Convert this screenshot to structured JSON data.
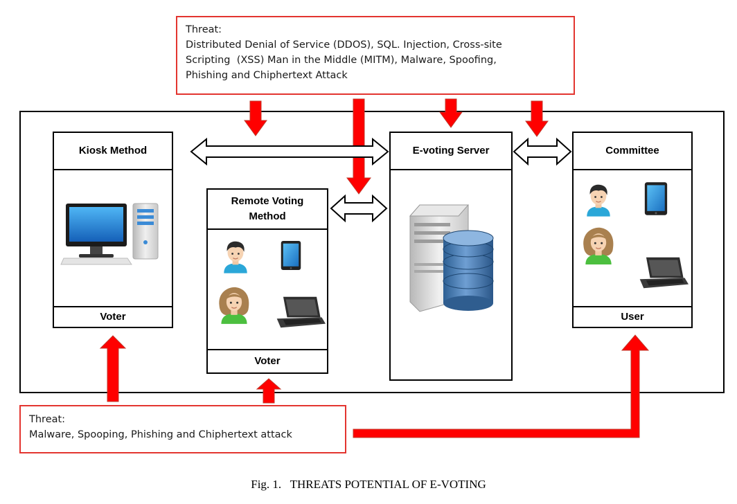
{
  "threat_top": {
    "title": "Threat:",
    "lines": [
      "Distributed Denial of Service (DDOS), SQL. Injection, Cross-site",
      "Scripting  (XSS) Man in the Middle (MITM), Malware, Spoofing,",
      "Phishing and Chiphertext Attack"
    ]
  },
  "threat_bottom": {
    "title": "Threat:",
    "lines": [
      "Malware, Spooping, Phishing and Chiphertext attack"
    ]
  },
  "kiosk": {
    "title": "Kiosk Method",
    "footer": "Voter"
  },
  "remote": {
    "title_line1": "Remote Voting",
    "title_line2": "Method",
    "footer": "Voter"
  },
  "server": {
    "title": "E-voting Server"
  },
  "committee": {
    "title": "Committee",
    "footer": "User"
  },
  "caption": "Fig. 1.   THREATS POTENTIAL OF E-VOTING",
  "colors": {
    "threat_red": "#e3342f",
    "arrow_red": "#ff0000",
    "arrow_outline": "#c0392b",
    "border": "#000000"
  },
  "icons": [
    "desktop-computer-icon",
    "male-user-icon",
    "female-user-icon",
    "tablet-icon",
    "laptop-icon",
    "server-database-icon"
  ]
}
